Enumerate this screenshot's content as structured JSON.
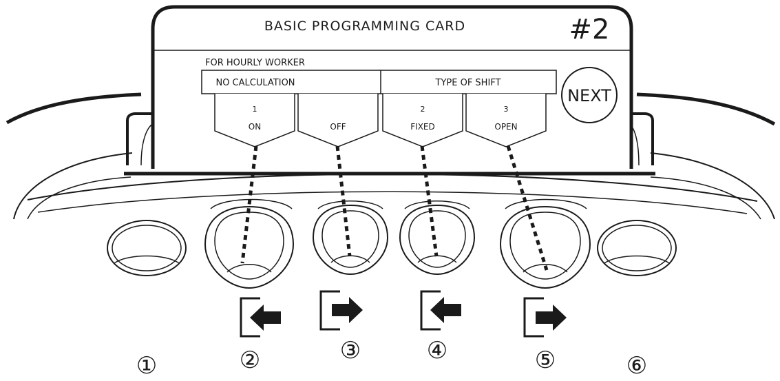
{
  "card": {
    "title": "BASIC PROGRAMMING CARD",
    "number": "#2",
    "subtitle": "FOR HOURLY WORKER",
    "next_label": "NEXT",
    "groups": [
      {
        "label": "NO CALCULATION"
      },
      {
        "label": "TYPE OF SHIFT"
      }
    ],
    "tabs": [
      {
        "num": "1",
        "label": "ON"
      },
      {
        "num": "",
        "label": "OFF"
      },
      {
        "num": "2",
        "label": "FIXED"
      },
      {
        "num": "3",
        "label": "OPEN"
      }
    ]
  },
  "keys": [
    {
      "number": "①"
    },
    {
      "number": "②",
      "arrow": "left"
    },
    {
      "number": "③",
      "arrow": "right"
    },
    {
      "number": "④",
      "arrow": "left"
    },
    {
      "number": "⑤",
      "arrow": "right"
    },
    {
      "number": "⑥"
    }
  ],
  "colors": {
    "line": "#1a1a1a",
    "background": "#ffffff"
  }
}
